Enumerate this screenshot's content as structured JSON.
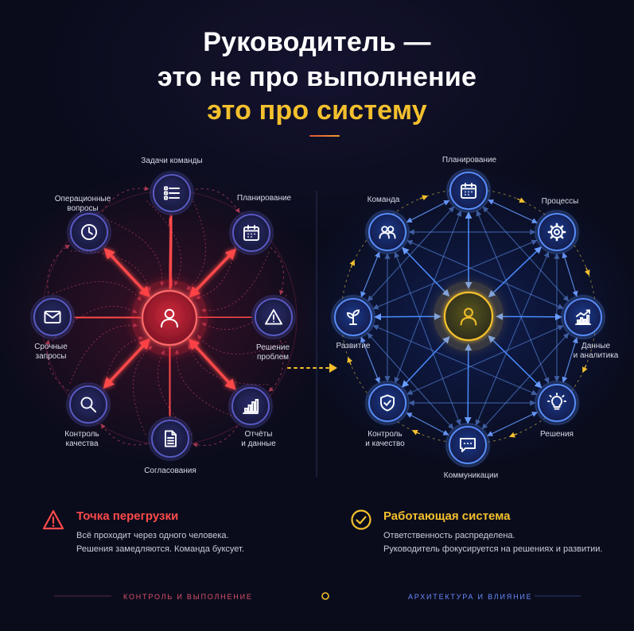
{
  "title": {
    "line1": "Руководитель —",
    "line2": "это не про выполнение",
    "line3": "это про систему",
    "accent_color": "#f4c02d"
  },
  "left_panel": {
    "center_icon": "user-icon",
    "accent_color": "#ff4a4a",
    "nodes": [
      {
        "id": "tasks",
        "label": "Задачи команды",
        "icon": "list-icon"
      },
      {
        "id": "planning",
        "label": "Планирование",
        "icon": "calendar-icon"
      },
      {
        "id": "problems",
        "label": "Решение\nпроблем",
        "icon": "warning-icon"
      },
      {
        "id": "reports",
        "label": "Отчёты\nи данные",
        "icon": "bar-chart-icon"
      },
      {
        "id": "approvals",
        "label": "Согласования",
        "icon": "document-icon"
      },
      {
        "id": "quality",
        "label": "Контроль\nкачества",
        "icon": "magnifier-icon"
      },
      {
        "id": "urgent",
        "label": "Срочные\nзапросы",
        "icon": "envelope-icon"
      },
      {
        "id": "operations",
        "label": "Операционные\nвопросы",
        "icon": "clock-icon"
      }
    ]
  },
  "right_panel": {
    "center_icon": "user-icon",
    "accent_color": "#4a8cff",
    "nodes": [
      {
        "id": "planning",
        "label": "Планирование",
        "icon": "calendar-icon"
      },
      {
        "id": "processes",
        "label": "Процессы",
        "icon": "gear-icon"
      },
      {
        "id": "analytics",
        "label": "Данные\nи аналитика",
        "icon": "chart-up-icon"
      },
      {
        "id": "decisions",
        "label": "Решения",
        "icon": "lightbulb-icon"
      },
      {
        "id": "communications",
        "label": "Коммуникации",
        "icon": "chat-icon"
      },
      {
        "id": "control",
        "label": "Контроль\nи качество",
        "icon": "shield-check-icon"
      },
      {
        "id": "development",
        "label": "Развитие",
        "icon": "sprout-icon"
      },
      {
        "id": "team",
        "label": "Команда",
        "icon": "team-icon"
      }
    ]
  },
  "summary": {
    "left": {
      "title": "Точка перегрузки",
      "icon": "warning-triangle-icon",
      "color": "#ff4a4a",
      "lines": [
        "Всё проходит через одного человека.",
        "Решения замедляются. Команда буксует."
      ]
    },
    "right": {
      "title": "Работающая система",
      "icon": "check-circle-icon",
      "color": "#f4c02d",
      "lines": [
        "Ответственность распределена.",
        "Руководитель фокусируется на решениях и развитии."
      ]
    }
  },
  "bottom": {
    "left_label": "Контроль и выполнение",
    "right_label": "Архитектура и влияние",
    "left_color": "#e0506a",
    "right_color": "#6a8cff"
  }
}
